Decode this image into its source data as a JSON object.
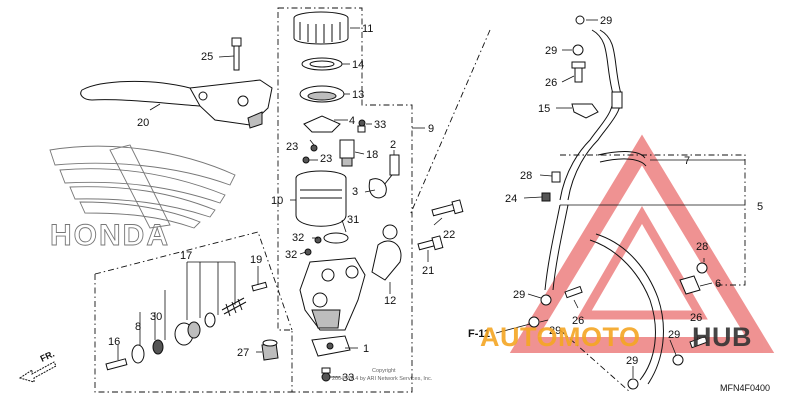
{
  "callouts": [
    {
      "id": "c1",
      "text": "1"
    },
    {
      "id": "c2",
      "text": "2"
    },
    {
      "id": "c3",
      "text": "3"
    },
    {
      "id": "c4",
      "text": "4"
    },
    {
      "id": "c5",
      "text": "5"
    },
    {
      "id": "c6",
      "text": "6"
    },
    {
      "id": "c7",
      "text": "7"
    },
    {
      "id": "c8",
      "text": "8"
    },
    {
      "id": "c9",
      "text": "9"
    },
    {
      "id": "c10",
      "text": "10"
    },
    {
      "id": "c11",
      "text": "11"
    },
    {
      "id": "c12",
      "text": "12"
    },
    {
      "id": "c13",
      "text": "13"
    },
    {
      "id": "c14",
      "text": "14"
    },
    {
      "id": "c15",
      "text": "15"
    },
    {
      "id": "c16",
      "text": "16"
    },
    {
      "id": "c17",
      "text": "17"
    },
    {
      "id": "c18",
      "text": "18"
    },
    {
      "id": "c19",
      "text": "19"
    },
    {
      "id": "c20",
      "text": "20"
    },
    {
      "id": "c21",
      "text": "21"
    },
    {
      "id": "c22",
      "text": "22"
    },
    {
      "id": "c23a",
      "text": "23"
    },
    {
      "id": "c23b",
      "text": "23"
    },
    {
      "id": "c24",
      "text": "24"
    },
    {
      "id": "c25",
      "text": "25"
    },
    {
      "id": "c26a",
      "text": "26"
    },
    {
      "id": "c26b",
      "text": "26"
    },
    {
      "id": "c26c",
      "text": "26"
    },
    {
      "id": "c27",
      "text": "27"
    },
    {
      "id": "c28a",
      "text": "28"
    },
    {
      "id": "c28b",
      "text": "28"
    },
    {
      "id": "c29a",
      "text": "29"
    },
    {
      "id": "c29b",
      "text": "29"
    },
    {
      "id": "c29c",
      "text": "29"
    },
    {
      "id": "c29d",
      "text": "29"
    },
    {
      "id": "c29e",
      "text": "29"
    },
    {
      "id": "c29f",
      "text": "29"
    },
    {
      "id": "c30",
      "text": "30"
    },
    {
      "id": "c31",
      "text": "31"
    },
    {
      "id": "c32a",
      "text": "32"
    },
    {
      "id": "c32b",
      "text": "32"
    },
    {
      "id": "c33a",
      "text": "33"
    },
    {
      "id": "c33b",
      "text": "33"
    }
  ],
  "front_arrow": "FR.",
  "ref_label": "F-11",
  "diagram_code": "MFN4F0400",
  "brand_outline": "HONDA",
  "watermark": {
    "part1": "AUTOMOTO",
    "part2": "HUB",
    "color_red": "#e23a3a",
    "color_orange": "#f5a623",
    "color_dark": "#333333"
  },
  "copyright_line1": "Copyright",
  "copyright_line2": "2004-2014 by ARI Network Services, Inc."
}
